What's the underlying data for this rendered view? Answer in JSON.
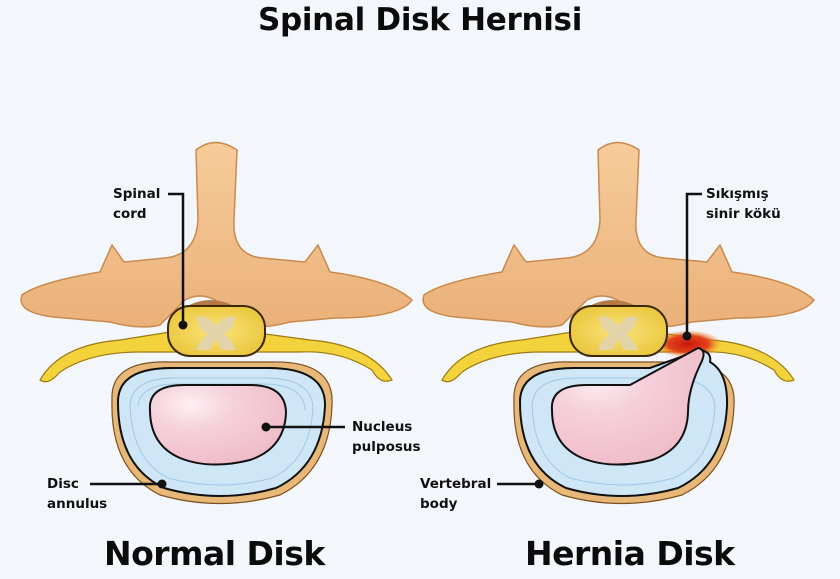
{
  "title": "Spinal Disk Hernisi",
  "panels": [
    {
      "caption": "Normal Disk",
      "labels": {
        "spinal_cord": [
          "Spinal",
          "cord"
        ],
        "nucleus": [
          "Nucleus",
          "pulposus"
        ],
        "annulus": [
          "Disc",
          "annulus"
        ]
      }
    },
    {
      "caption": "Hernia Disk",
      "labels": {
        "nerve_root": [
          "Sıkışmış",
          "sinir kökü"
        ],
        "vertebral_body": [
          "Vertebral",
          "body"
        ]
      }
    }
  ],
  "colors": {
    "background": "#f3f6fa",
    "bone": "#f2c08a",
    "bone_dark": "#d9975a",
    "nerve": "#f4d23c",
    "cord_grey": "#e2d3a8",
    "annulus": "#cfe6f7",
    "nucleus": "#f3c6d2",
    "inflamed": "#d9271a",
    "rim": "#e8b878"
  }
}
